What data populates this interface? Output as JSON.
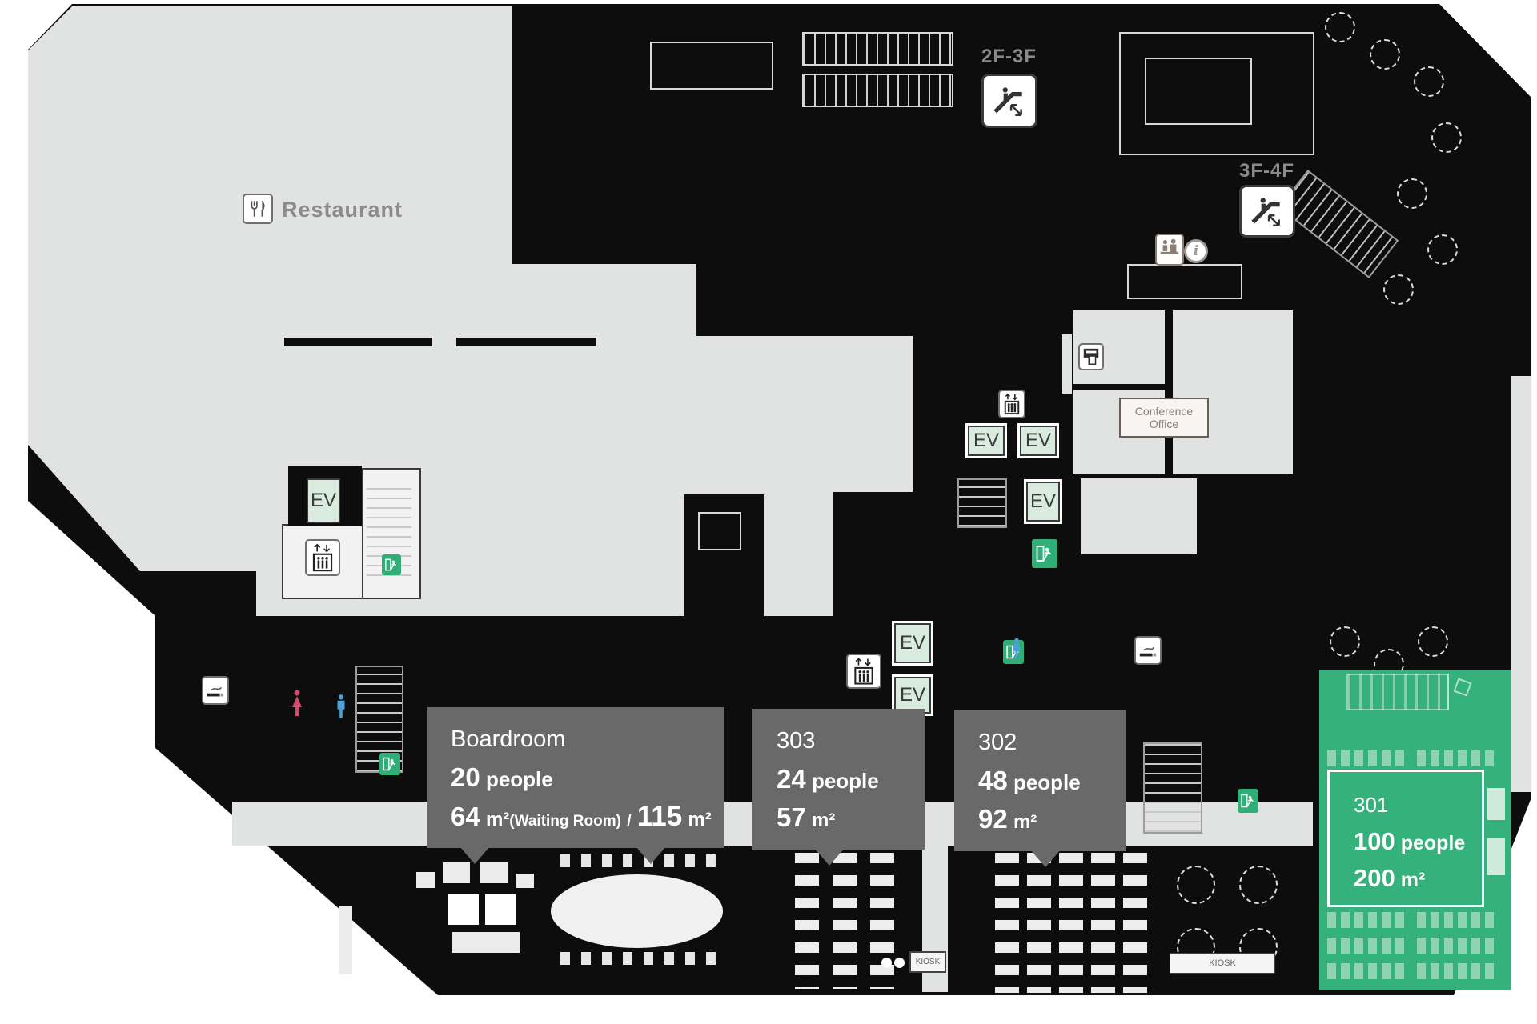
{
  "floor_map": {
    "restaurant": {
      "label": "Restaurant"
    },
    "conference_office": {
      "line1": "Conference",
      "line2": "Office"
    },
    "escalators": {
      "lower": "2F-3F",
      "upper": "3F-4F"
    },
    "elevator": {
      "label": "EV"
    },
    "kiosk": {
      "label": "KIOSK"
    },
    "rooms": {
      "boardroom": {
        "name": "Boardroom",
        "capacity": "20",
        "capacity_unit": "people",
        "area_main": "64",
        "area_unit": "m²",
        "area_note": "(Waiting Room)",
        "area_separator": "/",
        "area_total": "115"
      },
      "room303": {
        "name": "303",
        "capacity": "24",
        "capacity_unit": "people",
        "area": "57",
        "area_unit": "m²"
      },
      "room302": {
        "name": "302",
        "capacity": "48",
        "capacity_unit": "people",
        "area": "92",
        "area_unit": "m²"
      },
      "room301": {
        "name": "301",
        "capacity": "100",
        "capacity_unit": "people",
        "area": "200",
        "area_unit": "m²"
      }
    },
    "icons": [
      "restaurant-icon",
      "escalator-icon",
      "elevator-icon",
      "exit-icon",
      "atm-icon",
      "smoking-icon",
      "reception-icon",
      "info-icon",
      "toilet-female-icon",
      "toilet-male-icon"
    ],
    "colors": {
      "building_black": "#0d0d0d",
      "floor_gray": "#e0e3e1",
      "tooltip_gray": "#696969",
      "highlight_green": "#35b17b",
      "mint_ev": "#d9ebdf",
      "exit_green": "#2fae77",
      "female_red": "#d5496b",
      "male_blue": "#4da1d8"
    }
  }
}
